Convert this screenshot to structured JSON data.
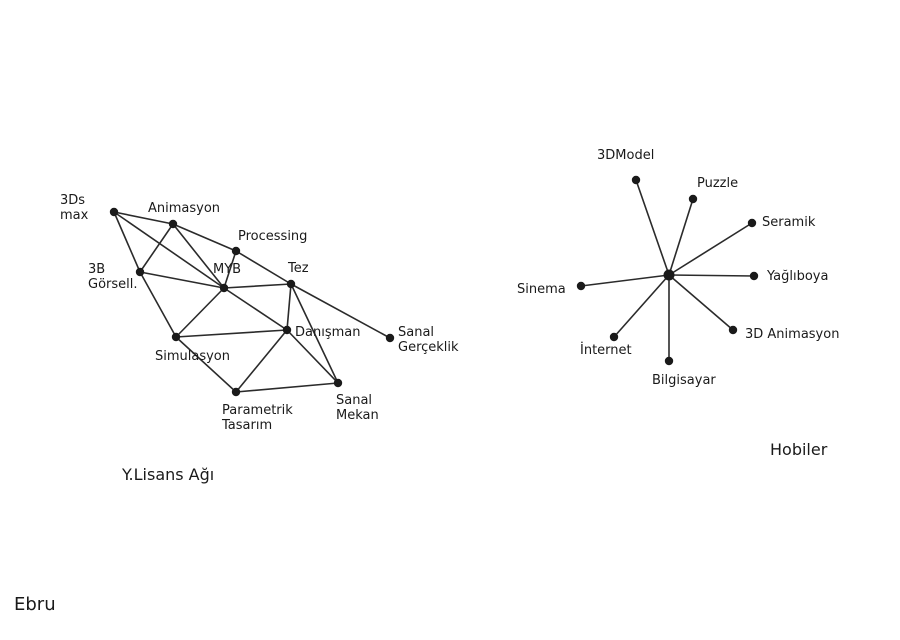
{
  "diagram": {
    "networks": [
      {
        "caption": "Y.Lisans Ağı",
        "nodes": [
          {
            "id": "n3ds",
            "label": "3Ds max"
          },
          {
            "id": "nanim",
            "label": "Animasyon"
          },
          {
            "id": "nproc",
            "label": "Processing"
          },
          {
            "id": "n3b",
            "label": "3B Görsell."
          },
          {
            "id": "nmyb",
            "label": "MYB"
          },
          {
            "id": "ntez",
            "label": "Tez"
          },
          {
            "id": "nsim",
            "label": "Simulasyon"
          },
          {
            "id": "ndan",
            "label": "Danışman"
          },
          {
            "id": "nsg",
            "label": "Sanal Gerçeklik"
          },
          {
            "id": "npar",
            "label": "Parametrik Tasarım"
          },
          {
            "id": "nsm",
            "label": "Sanal Mekan"
          }
        ],
        "edges": [
          [
            "n3ds",
            "nanim"
          ],
          [
            "n3ds",
            "n3b"
          ],
          [
            "n3ds",
            "nmyb"
          ],
          [
            "nanim",
            "n3b"
          ],
          [
            "nanim",
            "nmyb"
          ],
          [
            "nanim",
            "nproc"
          ],
          [
            "nproc",
            "ntez"
          ],
          [
            "nproc",
            "nmyb"
          ],
          [
            "n3b",
            "nmyb"
          ],
          [
            "n3b",
            "nsim"
          ],
          [
            "nmyb",
            "ntez"
          ],
          [
            "nmyb",
            "nsim"
          ],
          [
            "nmyb",
            "ndan"
          ],
          [
            "ntez",
            "ndan"
          ],
          [
            "ntez",
            "nsm"
          ],
          [
            "ntez",
            "nsg"
          ],
          [
            "nsim",
            "ndan"
          ],
          [
            "nsim",
            "npar"
          ],
          [
            "ndan",
            "npar"
          ],
          [
            "ndan",
            "nsm"
          ],
          [
            "npar",
            "nsm"
          ]
        ]
      },
      {
        "caption": "Hobiler",
        "nodes": [
          {
            "id": "hc",
            "label": ""
          },
          {
            "id": "h3dm",
            "label": "3DModel"
          },
          {
            "id": "hpuz",
            "label": "Puzzle"
          },
          {
            "id": "hser",
            "label": "Seramik"
          },
          {
            "id": "hyag",
            "label": "Yağlıboya"
          },
          {
            "id": "h3da",
            "label": "3D Animasyon"
          },
          {
            "id": "hbil",
            "label": "Bilgisayar"
          },
          {
            "id": "hint",
            "label": "İnternet"
          },
          {
            "id": "hsin",
            "label": "Sinema"
          }
        ],
        "edges": [
          [
            "hc",
            "h3dm"
          ],
          [
            "hc",
            "hpuz"
          ],
          [
            "hc",
            "hser"
          ],
          [
            "hc",
            "hyag"
          ],
          [
            "hc",
            "h3da"
          ],
          [
            "hc",
            "hbil"
          ],
          [
            "hc",
            "hint"
          ],
          [
            "hc",
            "hsin"
          ]
        ]
      }
    ],
    "signature": "Ebru"
  }
}
